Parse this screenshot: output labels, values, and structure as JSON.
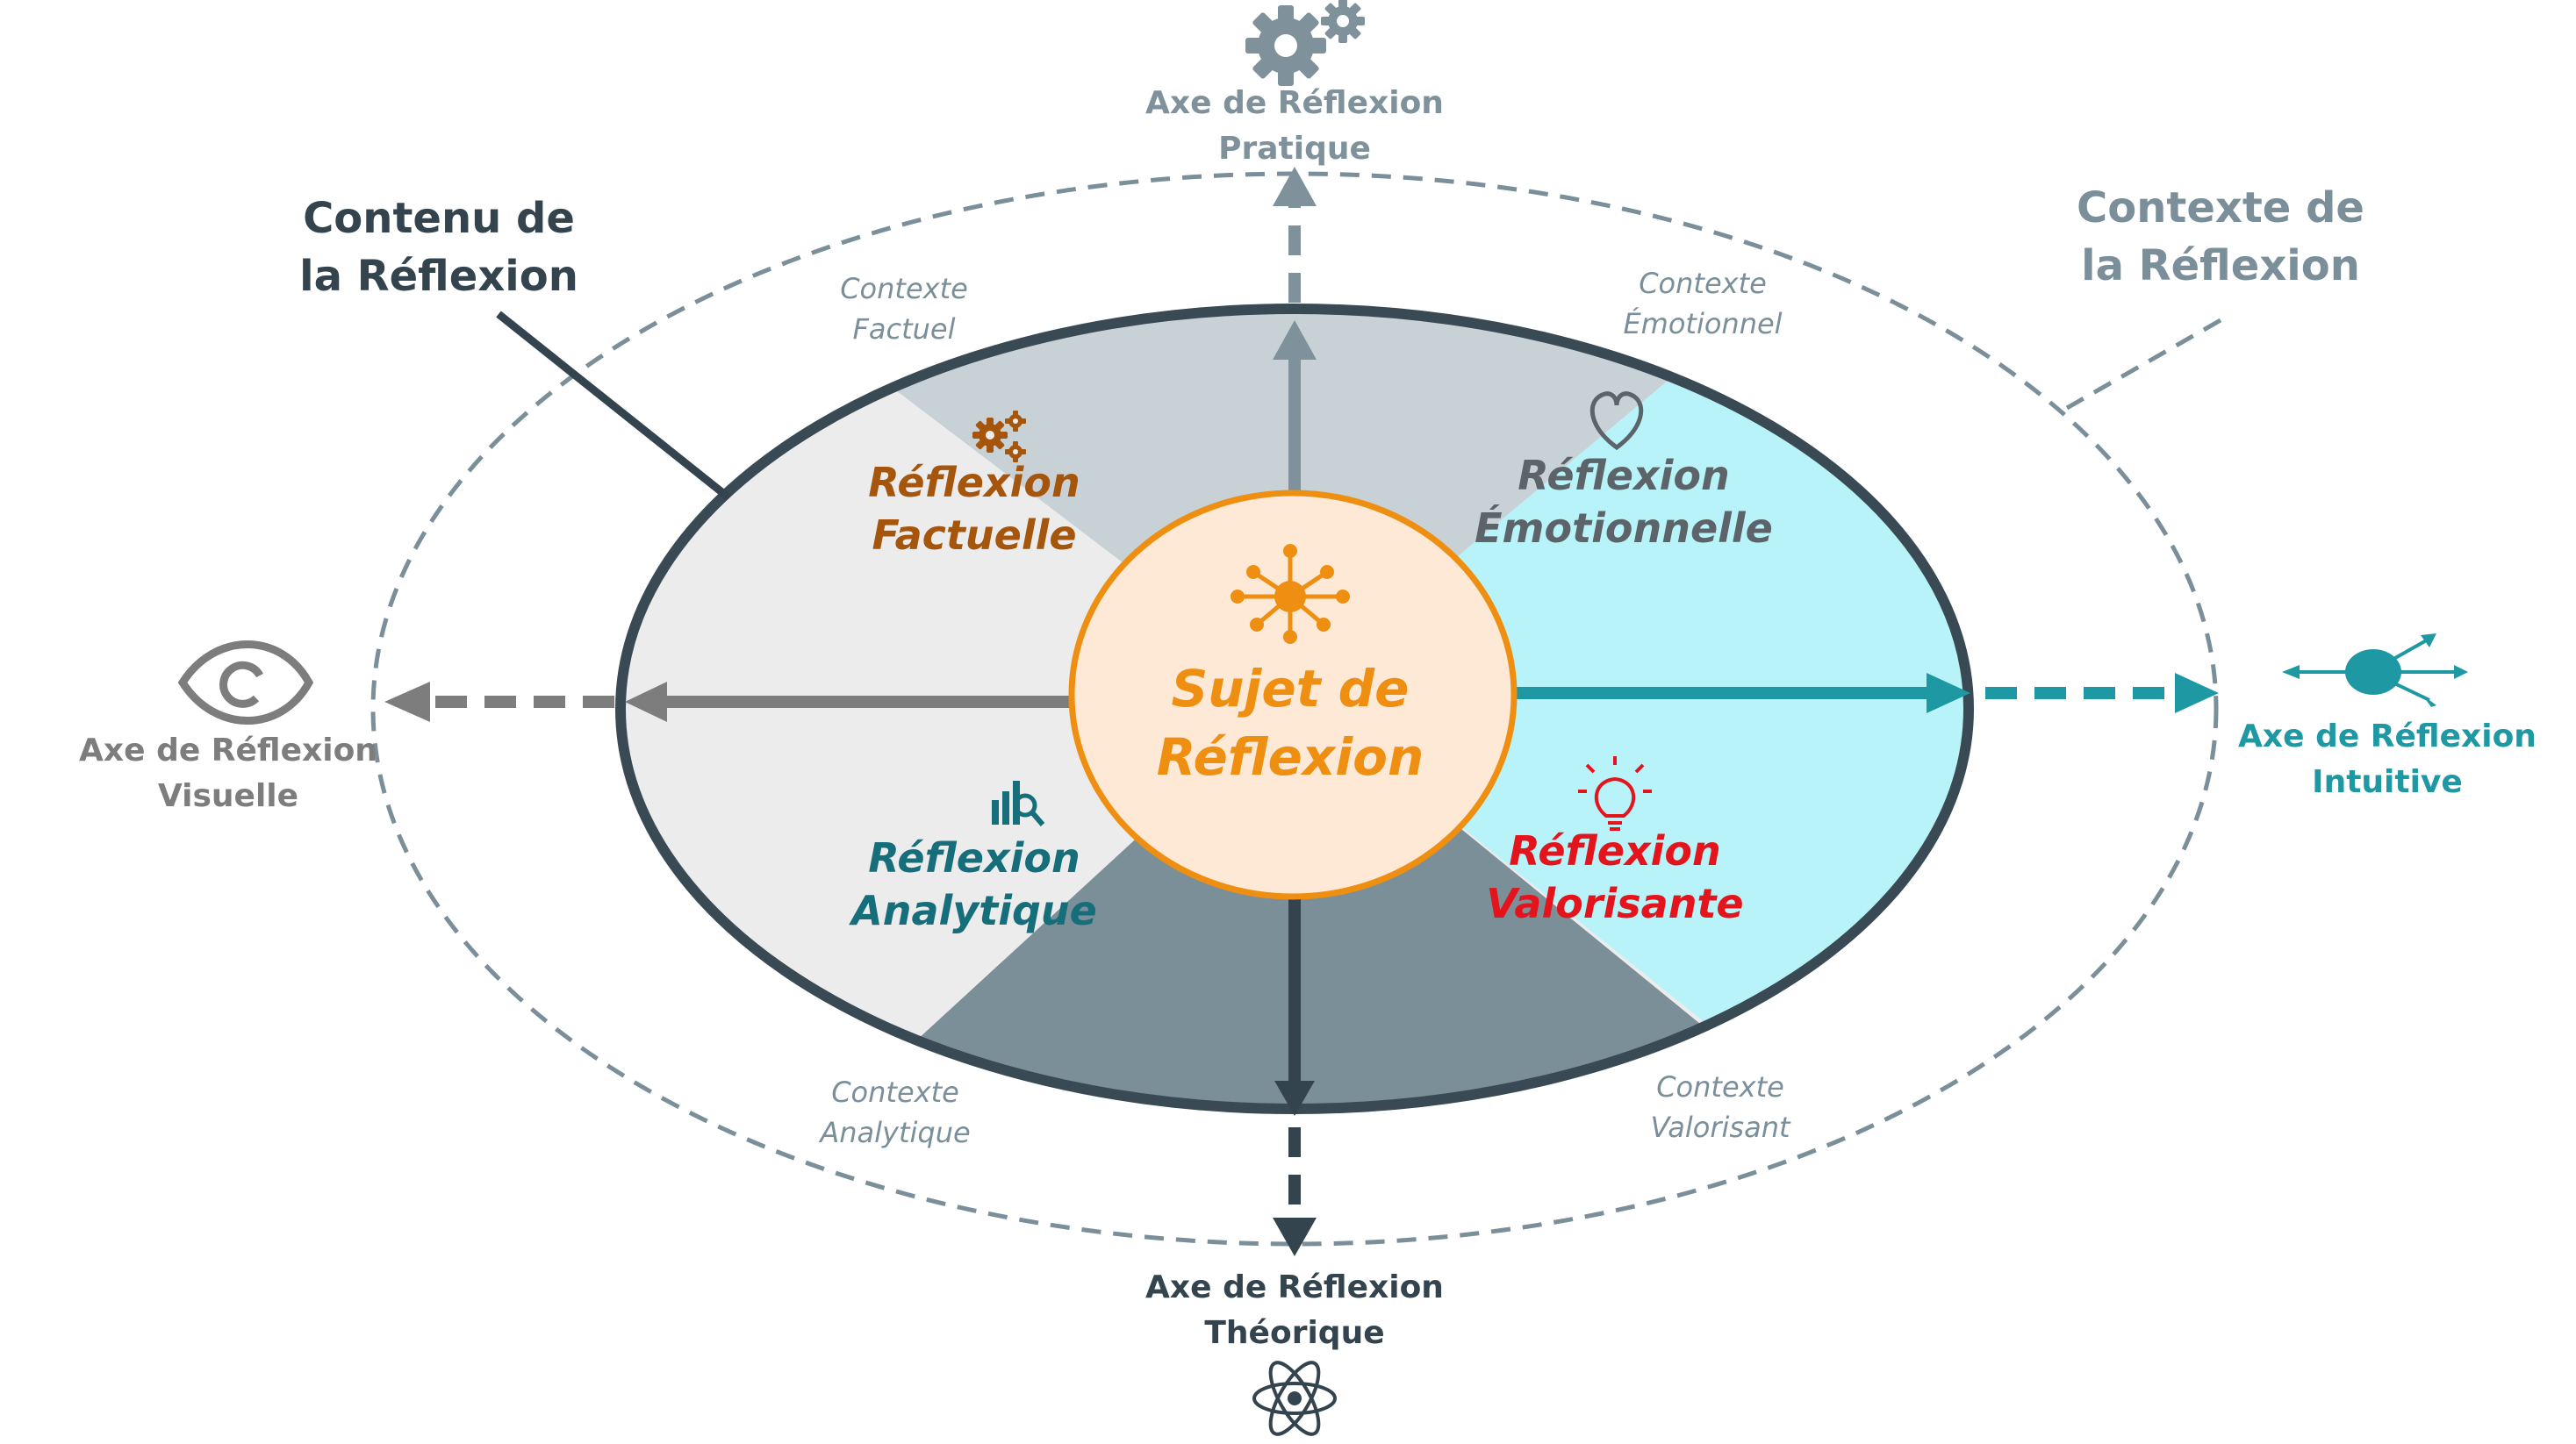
{
  "center": {
    "title": "Sujet de\nRéflexion",
    "icon": "sun-network-icon",
    "color": "#ef8f12",
    "fill": "#fde9d6"
  },
  "outer_labels": {
    "content": "Contenu de\nla Réflexion",
    "context": "Contexte de\nla Réflexion"
  },
  "axes": {
    "top": {
      "label": "Axe de Réflexion\nPratique",
      "icon": "gears-icon",
      "color": "#7f929c"
    },
    "bottom": {
      "label": "Axe de Réflexion\nThéorique",
      "icon": "atom-icon",
      "color": "#34444e"
    },
    "left": {
      "label": "Axe de Réflexion\nVisuelle",
      "icon": "eye-icon",
      "color": "#7d7d7d"
    },
    "right": {
      "label": "Axe de Réflexion\nIntuitive",
      "icon": "node-arrows-icon",
      "color": "#1e98a3"
    }
  },
  "sections": {
    "factuelle": {
      "label": "Réflexion\nFactuelle",
      "icon": "gears-icon",
      "color": "#a5560c"
    },
    "emotionnelle": {
      "label": "Réflexion\nÉmotionnelle",
      "icon": "heart-icon",
      "color": "#5d6469"
    },
    "analytique": {
      "label": "Réflexion\nAnalytique",
      "icon": "analytics-icon",
      "color": "#156e7a"
    },
    "valorisante": {
      "label": "Réflexion\nValorisante",
      "icon": "lightbulb-icon",
      "color": "#e3141b"
    }
  },
  "contexts": {
    "factuel": "Contexte\nFactuel",
    "emotionnel": "Contexte\nÉmotionnel",
    "analytique": "Contexte\nAnalytique",
    "valorisant": "Contexte\nValorisant"
  }
}
